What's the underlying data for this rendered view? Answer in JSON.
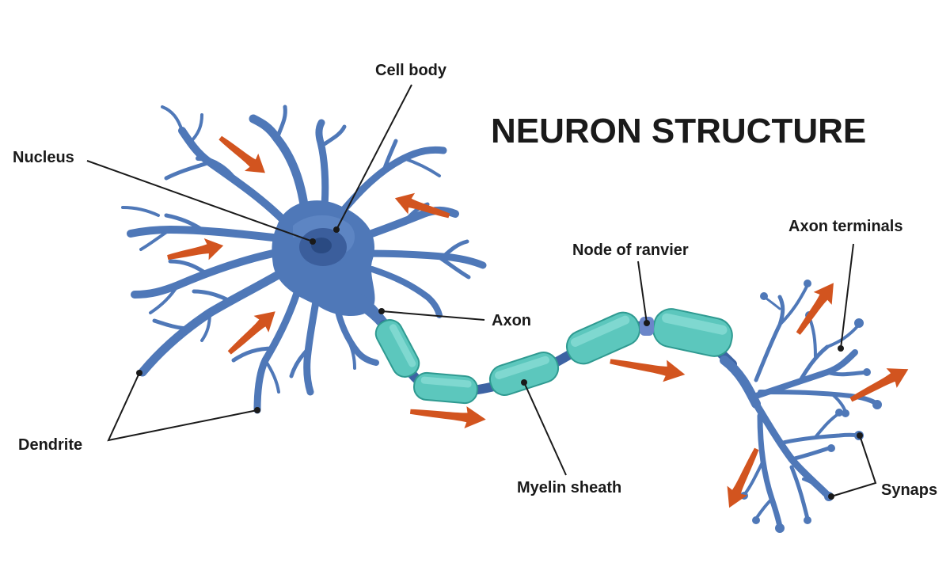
{
  "title": "NEURON STRUCTURE",
  "labels": {
    "cell_body": "Cell body",
    "nucleus": "Nucleus",
    "axon": "Axon",
    "dendrite": "Dendrite",
    "myelin_sheath": "Myelin sheath",
    "node_of_ranvier": "Node of ranvier",
    "axon_terminals": "Axon terminals",
    "synaps": "Synaps"
  },
  "colors": {
    "neuron_body": "#4f78b8",
    "neuron_dark": "#3d63a3",
    "myelin": "#5cc7bd",
    "signal_arrow": "#d2541f",
    "text": "#1a1a1a"
  }
}
